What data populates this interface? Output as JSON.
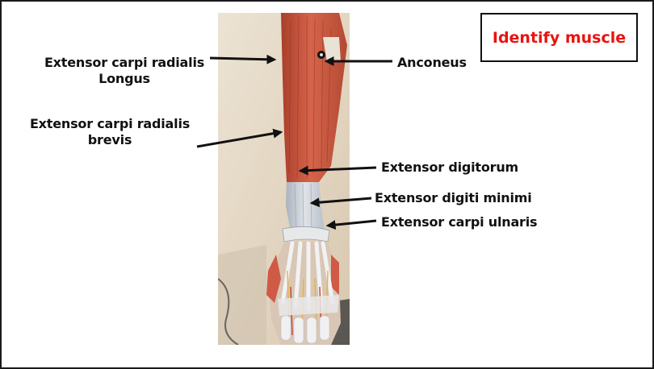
{
  "title": "Identify muscle",
  "title_color": "#e8130f",
  "labels": {
    "ecrl_line1": "Extensor carpi radialis",
    "ecrl_line2": "Longus",
    "ecrb_line1": "Extensor carpi radialis",
    "ecrb_line2": "brevis",
    "anconeus": "Anconeus",
    "ext_digitorum": "Extensor digitorum",
    "ext_digiti_minimi": "Extensor digiti minimi",
    "ext_carpi_ulnaris": "Extensor carpi ulnaris"
  },
  "colors": {
    "muscle": "#c9563e",
    "tendon": "#c9ced6",
    "background_wood": "#e5d9c6",
    "arrow": "#111111"
  }
}
